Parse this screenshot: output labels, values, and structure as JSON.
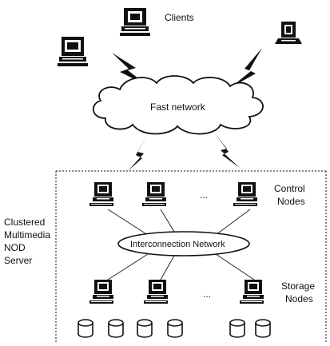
{
  "diagram": {
    "clients_label": "Clients",
    "fast_network_label": "Fast network",
    "interconnection_label": "Interconnection Network",
    "control_nodes_label": [
      "Control",
      "Nodes"
    ],
    "storage_nodes_label": [
      "Storage",
      "Nodes"
    ],
    "server_label": [
      "Clustered",
      "Multimedia",
      "NOD",
      "Server"
    ],
    "ellipsis": "..."
  }
}
